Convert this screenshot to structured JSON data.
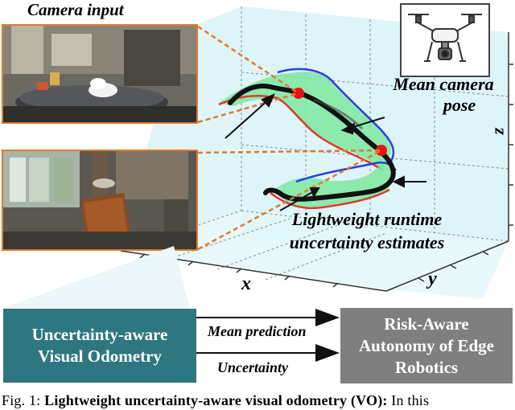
{
  "figure": {
    "camera_input_label": "Camera input",
    "mean_pose_label_line1": "Mean camera",
    "mean_pose_label_line2": "pose",
    "uncertainty_label_line1": "Lightweight runtime",
    "uncertainty_label_line2": "uncertainty estimates",
    "axis_x": "x",
    "axis_y": "y",
    "axis_z": "z"
  },
  "flow": {
    "vo_box_line1": "Uncertainty-aware",
    "vo_box_line2": "Visual Odometry",
    "mean_prediction_label": "Mean prediction",
    "uncertainty_label": "Uncertainty",
    "risk_box_line1": "Risk-Aware",
    "risk_box_line2": "Autonomy of Edge",
    "risk_box_line3": "Robotics"
  },
  "caption": {
    "prefix": "Fig. 1: ",
    "bold": "Lightweight uncertainty-aware visual odometry (VO):",
    "rest": " In this"
  },
  "colors": {
    "box_teal": "#2e7680",
    "box_gray": "#7f7f7f",
    "photo_border": "#e07a2e",
    "band_fill": "#7ee8a0",
    "band_top_edge": "#2a3fe0",
    "band_bottom_edge": "#e03a2a",
    "mean_marker": "#ee1111",
    "volume_fill": "#d9f3f8"
  },
  "icons": [
    "drone-icon"
  ]
}
